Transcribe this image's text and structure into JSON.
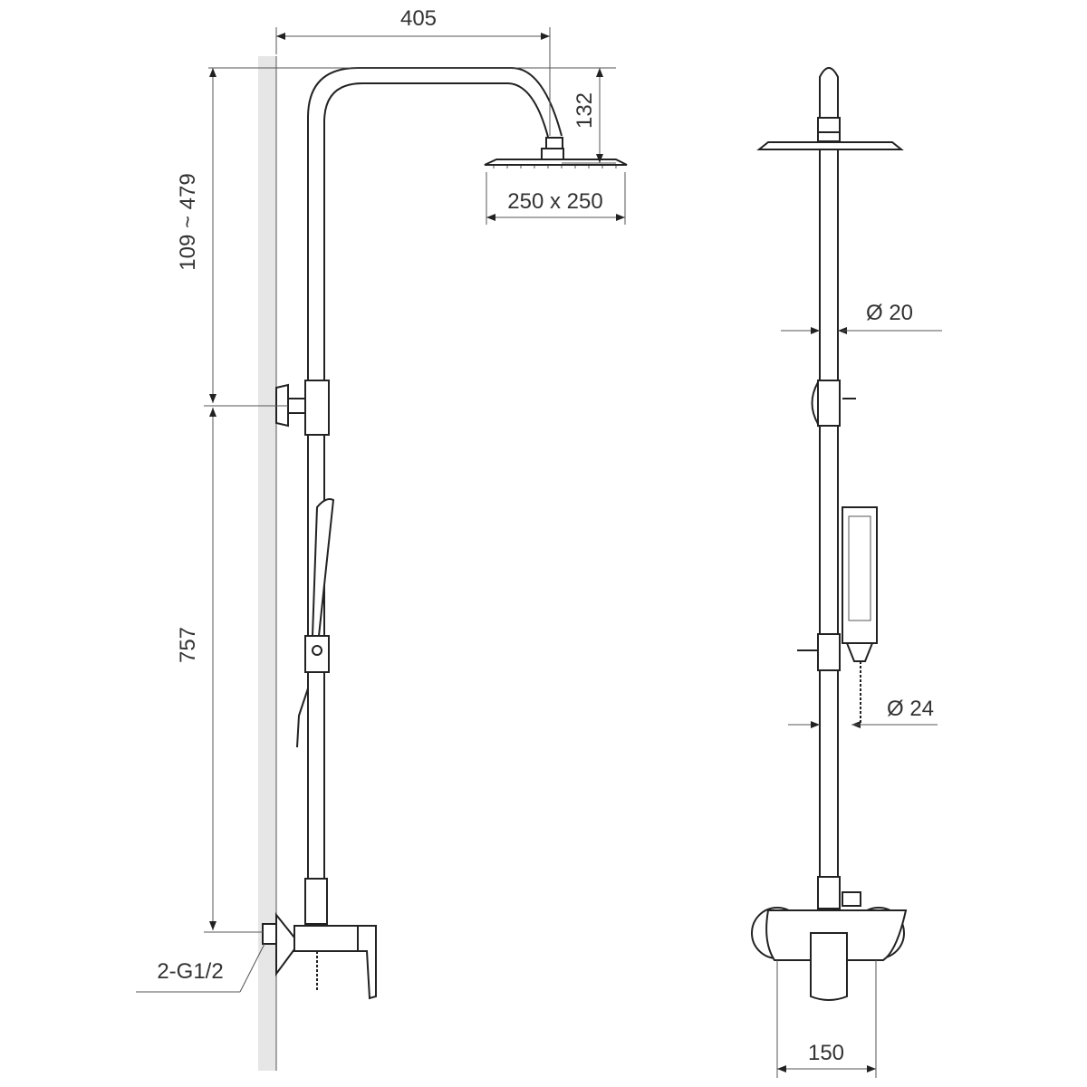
{
  "title": "Shower system dimension drawing",
  "dimensions": {
    "arm_reach": "405",
    "head_drop": "132",
    "head_size": "250 x 250",
    "height_adjust": "109 ~ 479",
    "mixer_to_bracket": "757",
    "inlet_thread": "2-G1/2",
    "pipe_diameter": "Ø 20",
    "lower_pipe_diameter": "Ø 24",
    "inlet_spacing": "150"
  },
  "colors": {
    "line": "#222222",
    "wall": "#e6e6e6",
    "text": "#333333"
  }
}
